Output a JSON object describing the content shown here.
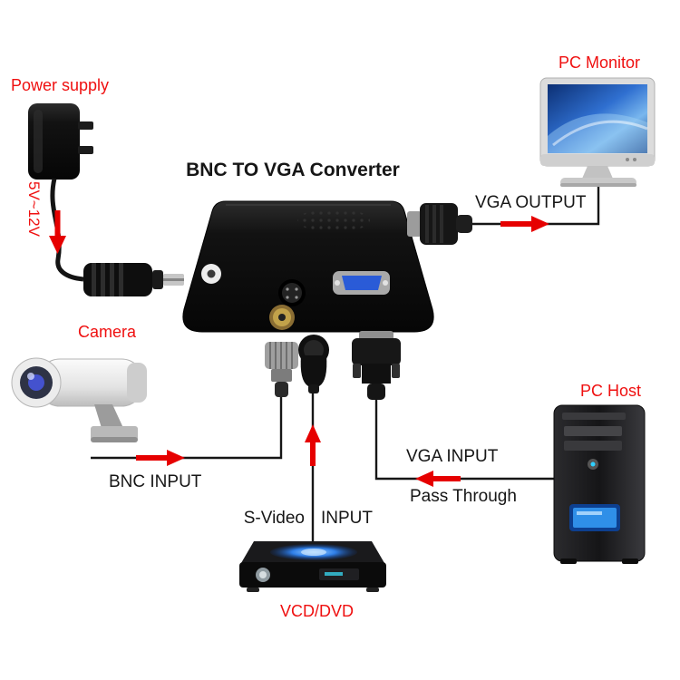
{
  "diagram": {
    "title": "BNC TO VGA Converter",
    "device_labels": {
      "power_supply": "Power supply",
      "pc_monitor": "PC Monitor",
      "camera": "Camera",
      "pc_host": "PC Host",
      "vcd_dvd": "VCD/DVD"
    },
    "connection_labels": {
      "voltage": "5V~12V",
      "vga_output": "VGA OUTPUT",
      "bnc_input": "BNC INPUT",
      "svideo": "S-Video",
      "svideo_input": "INPUT",
      "vga_input": "VGA INPUT",
      "pass_through": "Pass Through"
    },
    "colors": {
      "label_red": "#ef1010",
      "arrow_red": "#e60000",
      "line_black": "#161616",
      "vga_port_blue": "#2a5bd7",
      "screen_blue": "#2f6fd0"
    }
  }
}
